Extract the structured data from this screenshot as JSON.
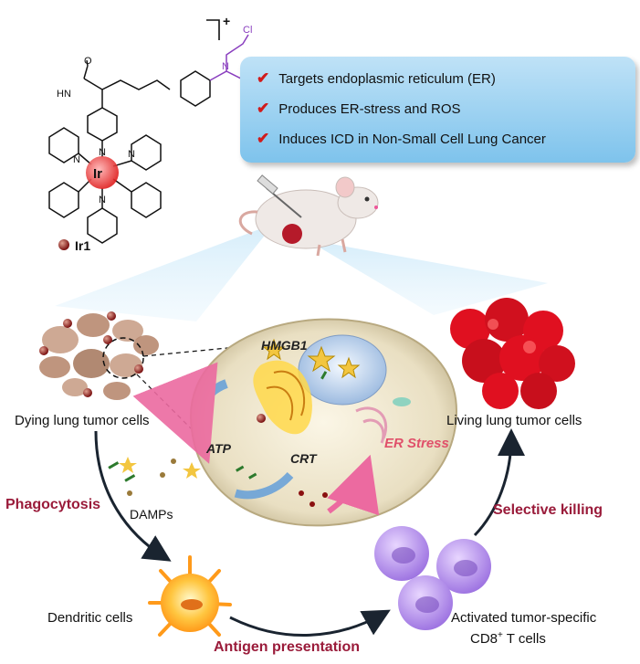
{
  "panel": {
    "bullets": [
      "Targets endoplasmic reticulum (ER)",
      "Produces ER-stress and ROS",
      "Induces ICD in Non-Small Cell Lung Cancer"
    ]
  },
  "molecule": {
    "label": "Ir1",
    "metal": "Ir",
    "charge": "+",
    "atoms": [
      "Cl",
      "Cl",
      "N",
      "O",
      "HN",
      "N",
      "N",
      "N",
      "N"
    ]
  },
  "labels": {
    "dying": "Dying lung tumor cells",
    "living": "Living lung tumor cells",
    "phagocytosis": "Phagocytosis",
    "damps": "DAMPs",
    "dendritic": "Dendritic cells",
    "antigen": "Antigen presentation",
    "selective": "Selective killing",
    "tcells_line1": "Activated tumor-specific",
    "tcells_line2_main": "CD8",
    "tcells_line2_sup": "+",
    "tcells_line2_end": " T cells",
    "hmgb1": "HMGB1",
    "atp": "ATP",
    "crt": "CRT",
    "er_stress": "ER Stress"
  },
  "colors": {
    "accent_red": "#9a1b3a",
    "check_red": "#d11b1b",
    "panel_blue": "#7ec3ec",
    "purple": "#8a3fbf"
  }
}
